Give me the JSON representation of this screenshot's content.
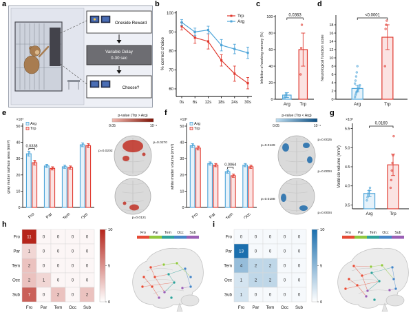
{
  "colors": {
    "trp": "#e0382e",
    "arg": "#4ea5d9",
    "heat_red": "#b6251b",
    "heat_blue": "#1b6fae"
  },
  "panel_labels": {
    "a": "a",
    "b": "b",
    "c": "c",
    "d": "d",
    "e": "e",
    "f": "f",
    "g": "g",
    "h": "h",
    "i": "i"
  },
  "panel_a": {
    "reward_label": "Oneside Reward",
    "delay_label_1": "Variable Delay",
    "delay_label_2": "0-30 sec",
    "choose_label": "Choose?"
  },
  "brain_maps": {
    "e": {
      "colorbar_label": "p-value (Trp > Arg)",
      "tick_left": "0.05",
      "tick_right": "10⁻⁴",
      "annotations": [
        "p=0.0202",
        "p=0.0270",
        "p=0.0121"
      ],
      "colors": [
        "#f3b8ae",
        "#7e1205"
      ]
    },
    "f": {
      "colorbar_label": "p-value (Trp < Arg)",
      "tick_left": "0.05",
      "tick_right": "10⁻⁴",
      "annotations": [
        "p=0.0129",
        "p=0.0025",
        "p=0.0004",
        "p=0.0188",
        "p=0.0004"
      ],
      "colors": [
        "#bfdff2",
        "#0a4d82"
      ]
    }
  },
  "connectome": {
    "legend": [
      "Fro",
      "Par",
      "Tem",
      "Occ",
      "Sub"
    ],
    "legend_colors": [
      "#e64b35",
      "#91c83e",
      "#2fa29a",
      "#4585c7",
      "#9a5fb5"
    ]
  },
  "chart_data": [
    {
      "id": "b",
      "type": "line",
      "x": [
        "0s",
        "6s",
        "12s",
        "18s",
        "24s",
        "30s"
      ],
      "ylabel": "% correct choice",
      "ylim": [
        56,
        101
      ],
      "yticks": [
        60,
        70,
        80,
        90,
        100
      ],
      "legend_position": "top-right",
      "series": [
        {
          "name": "Trp",
          "color": "#e0382e",
          "values": [
            93,
            87,
            85,
            75,
            68,
            63
          ],
          "errors": [
            2,
            3,
            4,
            3,
            4,
            3
          ]
        },
        {
          "name": "Arg",
          "color": "#4ea5d9",
          "values": [
            95,
            90,
            91,
            83,
            81,
            79
          ],
          "errors": [
            1.5,
            2,
            2,
            3,
            2.5,
            3
          ]
        }
      ]
    },
    {
      "id": "c",
      "type": "paired-bar",
      "categories": [
        "Arg",
        "Trp"
      ],
      "values": [
        5,
        60
      ],
      "errors": [
        3,
        20
      ],
      "colors": [
        "#4ea5d9",
        "#e0382e"
      ],
      "points": [
        [
          1.5,
          3,
          5,
          7
        ],
        [
          30,
          62,
          90
        ]
      ],
      "ylabel": "Inhibition of working memory (%)",
      "ylim": [
        0,
        100
      ],
      "yticks": [
        0,
        20,
        40,
        60,
        80,
        100
      ],
      "p_label": "0.0363"
    },
    {
      "id": "d",
      "type": "paired-bar",
      "categories": [
        "Arg",
        "Trp"
      ],
      "values": [
        2.6,
        15
      ],
      "errors": [
        0.8,
        3
      ],
      "colors": [
        "#4ea5d9",
        "#e0382e"
      ],
      "points": [
        [
          0.5,
          1,
          1.4,
          1.8,
          2,
          2.3,
          2.6,
          3,
          3.4,
          3.8,
          4.5,
          5.5,
          6.5,
          8
        ],
        [
          8,
          17,
          18,
          19
        ]
      ],
      "ylabel": "Neurological function score",
      "ylim": [
        0,
        20
      ],
      "yticks": [
        0,
        2,
        4,
        6,
        8,
        10,
        12,
        14,
        16,
        18
      ],
      "p_label": "<0.0001"
    },
    {
      "id": "e",
      "type": "grouped-bar",
      "categories": [
        "Fro",
        "Par",
        "Tem",
        "Occ"
      ],
      "series": [
        {
          "name": "Arg",
          "color": "#4ea5d9",
          "values": [
            33,
            25.5,
            25,
            38.5
          ],
          "errors": [
            1.5,
            1,
            1,
            1.2
          ]
        },
        {
          "name": "Trp",
          "color": "#e0382e",
          "values": [
            27.5,
            24,
            24.5,
            38
          ],
          "errors": [
            1.5,
            1,
            1,
            1.2
          ]
        }
      ],
      "ylabel": "gray matter surface area (mm²)",
      "multiplier": "×10³",
      "ylim": [
        0,
        50
      ],
      "yticks": [
        0,
        10,
        20,
        30,
        40,
        50
      ],
      "sig": {
        "category": 0,
        "label": "0.0338"
      }
    },
    {
      "id": "f",
      "type": "grouped-bar",
      "categories": [
        "Fro",
        "Par",
        "Tem",
        "Occ"
      ],
      "series": [
        {
          "name": "Arg",
          "color": "#4ea5d9",
          "values": [
            38,
            27,
            22,
            26
          ],
          "errors": [
            1.2,
            1,
            1,
            1
          ]
        },
        {
          "name": "Trp",
          "color": "#e0382e",
          "values": [
            36.5,
            26,
            19.5,
            25
          ],
          "errors": [
            1.2,
            1,
            1,
            1
          ]
        }
      ],
      "ylabel": "white matter volume (mm³)",
      "multiplier": "×10³",
      "ylim": [
        0,
        50
      ],
      "yticks": [
        0,
        10,
        20,
        30,
        40,
        50
      ],
      "sig": {
        "category": 2,
        "label": "0.0064"
      }
    },
    {
      "id": "g",
      "type": "paired-bar",
      "categories": [
        "Arg",
        "Trp"
      ],
      "values": [
        3.8,
        4.55
      ],
      "errors": [
        0.08,
        0.28
      ],
      "colors": [
        "#4ea5d9",
        "#e0382e"
      ],
      "points": [
        [
          3.62,
          3.7,
          3.76,
          3.82,
          3.88,
          3.95
        ],
        [
          3.95,
          4.15,
          4.4,
          4.6,
          4.8,
          5.3
        ]
      ],
      "ylabel": "Ventricle volume (mm³)",
      "multiplier": "×10⁶",
      "ylim": [
        3.4,
        5.6
      ],
      "yticks": [
        3.5,
        4,
        4.5,
        5,
        5.5
      ],
      "ytick_labels": [
        "3.5",
        "4.0",
        "4.5",
        "5.0",
        "5.5"
      ],
      "p_label": "0.0169"
    },
    {
      "id": "h",
      "type": "heatmap",
      "rows": [
        "Fro",
        "Par",
        "Tem",
        "Occ",
        "Sub"
      ],
      "cols": [
        "Fro",
        "Par",
        "Tem",
        "Occ",
        "Sub"
      ],
      "values": [
        [
          11,
          0,
          0,
          0,
          0
        ],
        [
          1,
          0,
          0,
          0,
          0
        ],
        [
          2,
          0,
          0,
          0,
          0
        ],
        [
          2,
          1,
          0,
          0,
          0
        ],
        [
          7,
          0,
          2,
          0,
          2
        ]
      ],
      "base_color": "#b6251b",
      "colorbar_ticks": [
        0,
        5,
        10
      ]
    },
    {
      "id": "i",
      "type": "heatmap",
      "rows": [
        "Fro",
        "Par",
        "Tem",
        "Occ",
        "Sub"
      ],
      "cols": [
        "Fro",
        "Par",
        "Tem",
        "Occ",
        "Sub"
      ],
      "values": [
        [
          0,
          0,
          0,
          0,
          0
        ],
        [
          13,
          0,
          0,
          0,
          0
        ],
        [
          4,
          2,
          2,
          0,
          0
        ],
        [
          1,
          2,
          2,
          0,
          0
        ],
        [
          1,
          0,
          0,
          0,
          0
        ]
      ],
      "base_color": "#1b6fae",
      "colorbar_ticks": [
        0,
        5,
        10
      ]
    }
  ]
}
